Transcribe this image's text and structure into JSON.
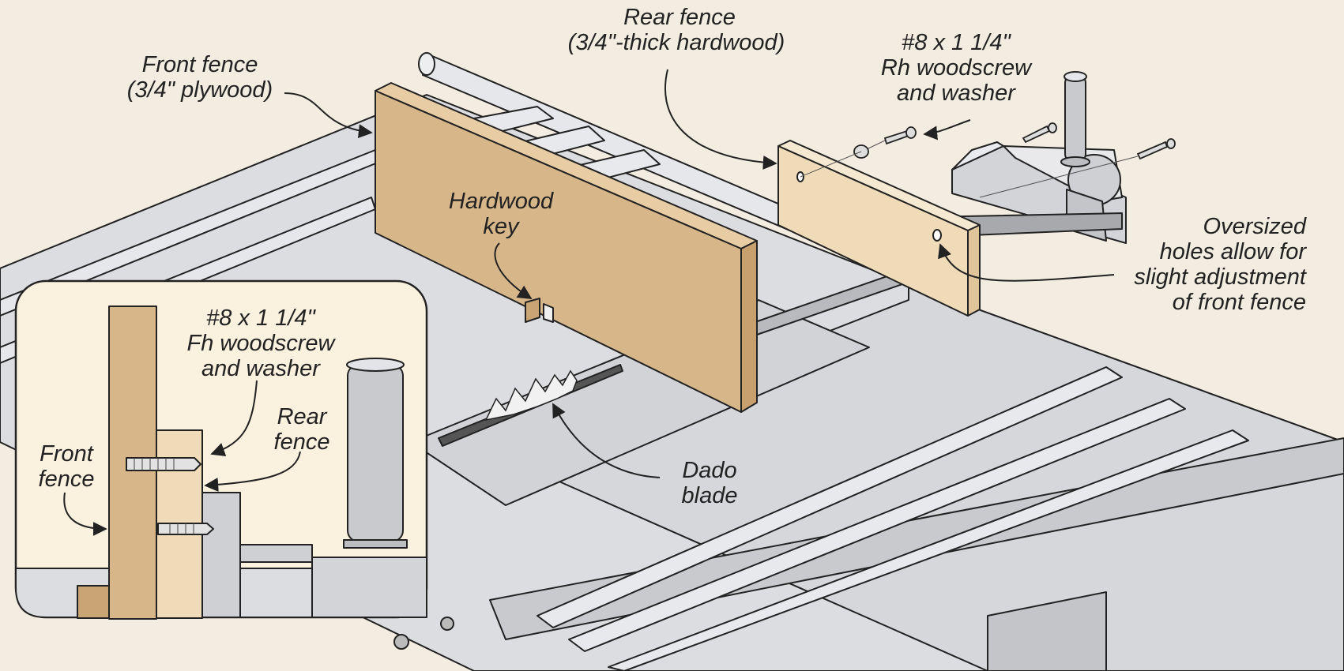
{
  "colors": {
    "background": "#f3ece1",
    "saw_table": "#dcdde0",
    "front_fence": "#d7b78a",
    "rear_fence": "#efdbb8",
    "inset_bg": "#fbf1df",
    "line": "#222222"
  },
  "labels": {
    "front_fence_main": [
      "Front fence",
      "(3/4\" plywood)"
    ],
    "rear_fence_main": [
      "Rear fence",
      "(3/4\"-thick hardwood)"
    ],
    "rh_screw": [
      "#8 x 1 1/4\"",
      "Rh woodscrew",
      "and washer"
    ],
    "hardwood_key": [
      "Hardwood",
      "key"
    ],
    "oversized_holes": [
      "Oversized",
      "holes allow for",
      "slight adjustment",
      "of front fence"
    ],
    "dado_blade": [
      "Dado",
      "blade"
    ],
    "inset_fh_screw": [
      "#8 x 1 1/4\"",
      "Fh woodscrew",
      "and washer"
    ],
    "inset_rear_fence": [
      "Rear",
      "fence"
    ],
    "inset_front_fence": [
      "Front",
      "fence"
    ]
  }
}
